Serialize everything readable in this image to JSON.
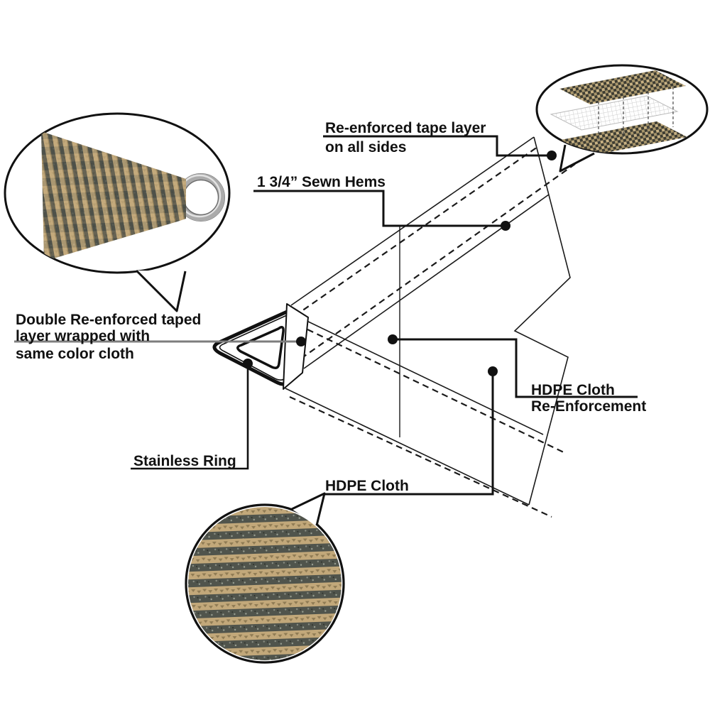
{
  "labels": {
    "tape_layer_line1": "Re-enforced tape layer",
    "tape_layer_line2": "on all sides",
    "sewn_hems": "1 3/4” Sewn Hems",
    "double_taped_line1": "Double Re-enforced taped",
    "double_taped_line2": "layer wrapped with",
    "double_taped_line3": "same color cloth",
    "stainless_ring": "Stainless Ring",
    "hdpe_reinforcement_line1": "HDPE Cloth",
    "hdpe_reinforcement_line2": "Re-Enforcement",
    "hdpe_cloth": "HDPE Cloth"
  },
  "colors": {
    "line": "#1a1a1a",
    "leader_gray": "#7d7d7d",
    "fabric_tan": "#c6ab7c",
    "fabric_dark": "#4b4f45",
    "mesh_grid": "#cccccc",
    "ring_silver": "#9c9c9c",
    "background": "#ffffff"
  }
}
